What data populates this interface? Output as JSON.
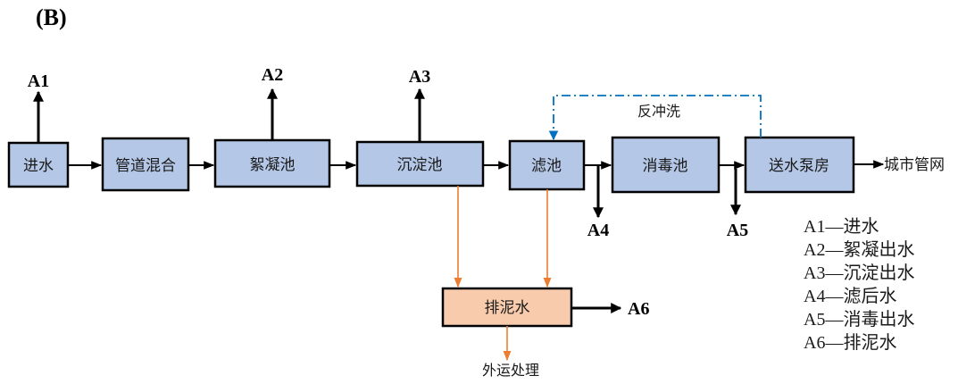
{
  "panel_label": "(B)",
  "colors": {
    "process_fill": "#b4c7e7",
    "sludge_fill": "#f8cbad",
    "flow_line": "#000000",
    "sludge_line": "#ed7d31",
    "backwash_line": "#0070c0"
  },
  "process_units": [
    {
      "id": "inlet",
      "label": "进水"
    },
    {
      "id": "pipe-mixing",
      "label": "管道混合"
    },
    {
      "id": "flocculation",
      "label": "絮凝池"
    },
    {
      "id": "sedimentation",
      "label": "沉淀池"
    },
    {
      "id": "filter",
      "label": "滤池"
    },
    {
      "id": "disinfection",
      "label": "消毒池"
    },
    {
      "id": "pump-house",
      "label": "送水泵房"
    }
  ],
  "sludge_unit": {
    "label": "排泥水"
  },
  "outputs": {
    "city_network": "城市管网",
    "offsite_disposal": "外运处理",
    "backwash": "反冲洗"
  },
  "sampling_points": [
    "A1",
    "A2",
    "A3",
    "A4",
    "A5",
    "A6"
  ],
  "legend": [
    {
      "code": "A1",
      "sep": "—",
      "desc": "进水"
    },
    {
      "code": "A2",
      "sep": "—",
      "desc": "絮凝出水"
    },
    {
      "code": "A3",
      "sep": "—",
      "desc": "沉淀出水"
    },
    {
      "code": "A4",
      "sep": "—",
      "desc": "滤后水"
    },
    {
      "code": "A5",
      "sep": "—",
      "desc": "消毒出水"
    },
    {
      "code": "A6",
      "sep": "—",
      "desc": "排泥水"
    }
  ]
}
